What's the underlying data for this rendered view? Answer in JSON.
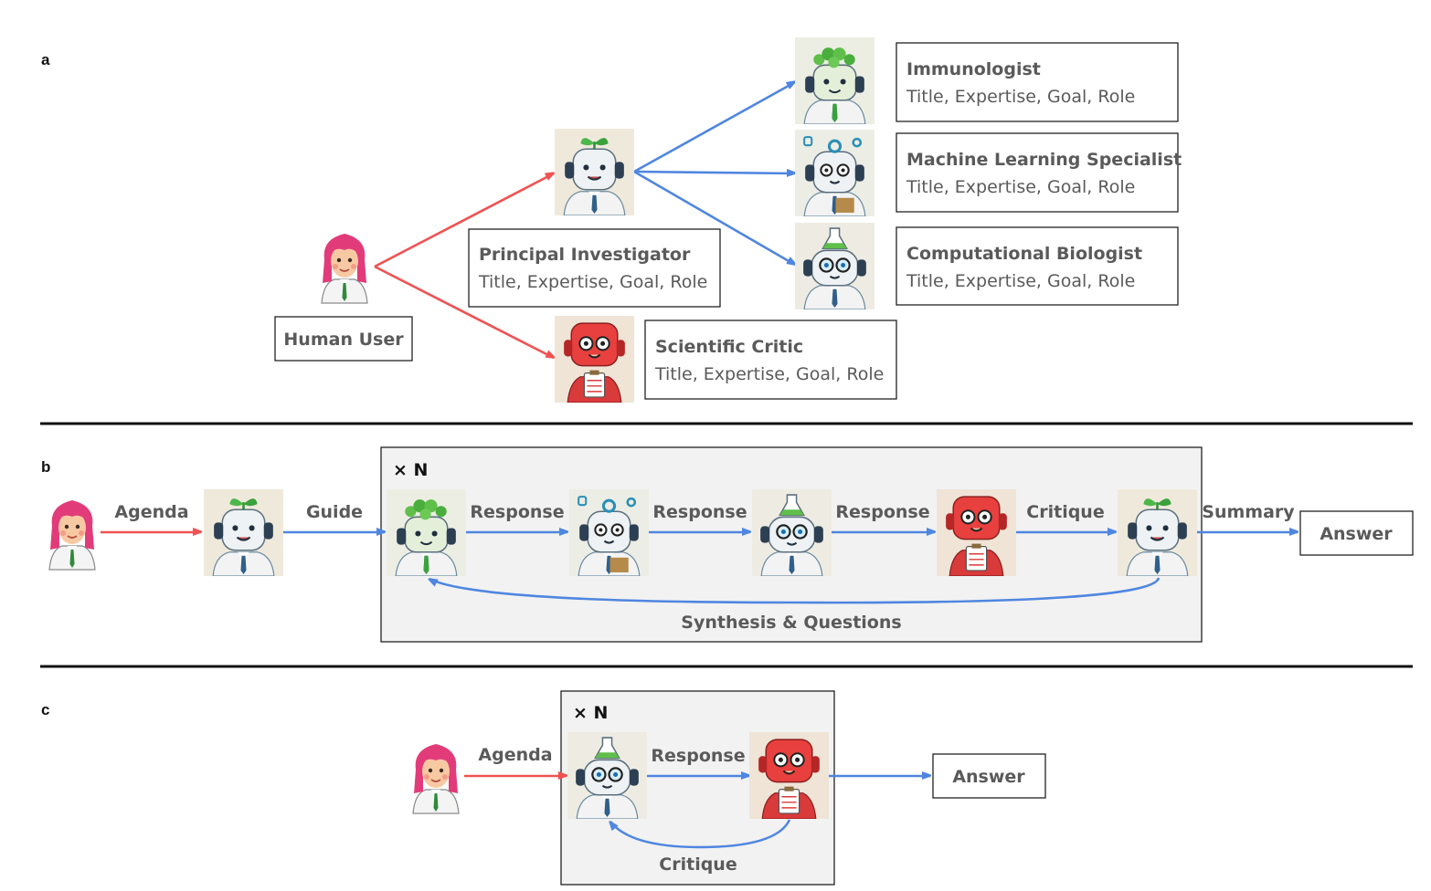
{
  "panels": {
    "a": "a",
    "b": "b",
    "c": "c"
  },
  "panel_a": {
    "human_user": "Human User",
    "agents": [
      {
        "title": "Principal Investigator",
        "fields": "Title, Expertise, Goal, Role"
      },
      {
        "title": "Scientific Critic",
        "fields": "Title, Expertise, Goal, Role"
      },
      {
        "title": "Immunologist",
        "fields": "Title, Expertise, Goal, Role"
      },
      {
        "title": "Machine Learning Specialist",
        "fields": "Title, Expertise, Goal, Role"
      },
      {
        "title": "Computational Biologist",
        "fields": "Title, Expertise, Goal, Role"
      }
    ]
  },
  "panel_b": {
    "repeat": "× N",
    "edges": [
      "Agenda",
      "Guide",
      "Response",
      "Response",
      "Response",
      "Critique",
      "Summary"
    ],
    "loop": "Synthesis & Questions",
    "answer": "Answer"
  },
  "panel_c": {
    "repeat": "× N",
    "agenda": "Agenda",
    "response": "Response",
    "critique": "Critique",
    "answer": "Answer"
  },
  "colors": {
    "human_arrow": "#f05252",
    "agent_arrow": "#4f86e0",
    "pi_robot": "pi-robot-icon (leaf sprout, headphones)",
    "critic_robot": "critic-robot-icon (red, clipboard)"
  }
}
